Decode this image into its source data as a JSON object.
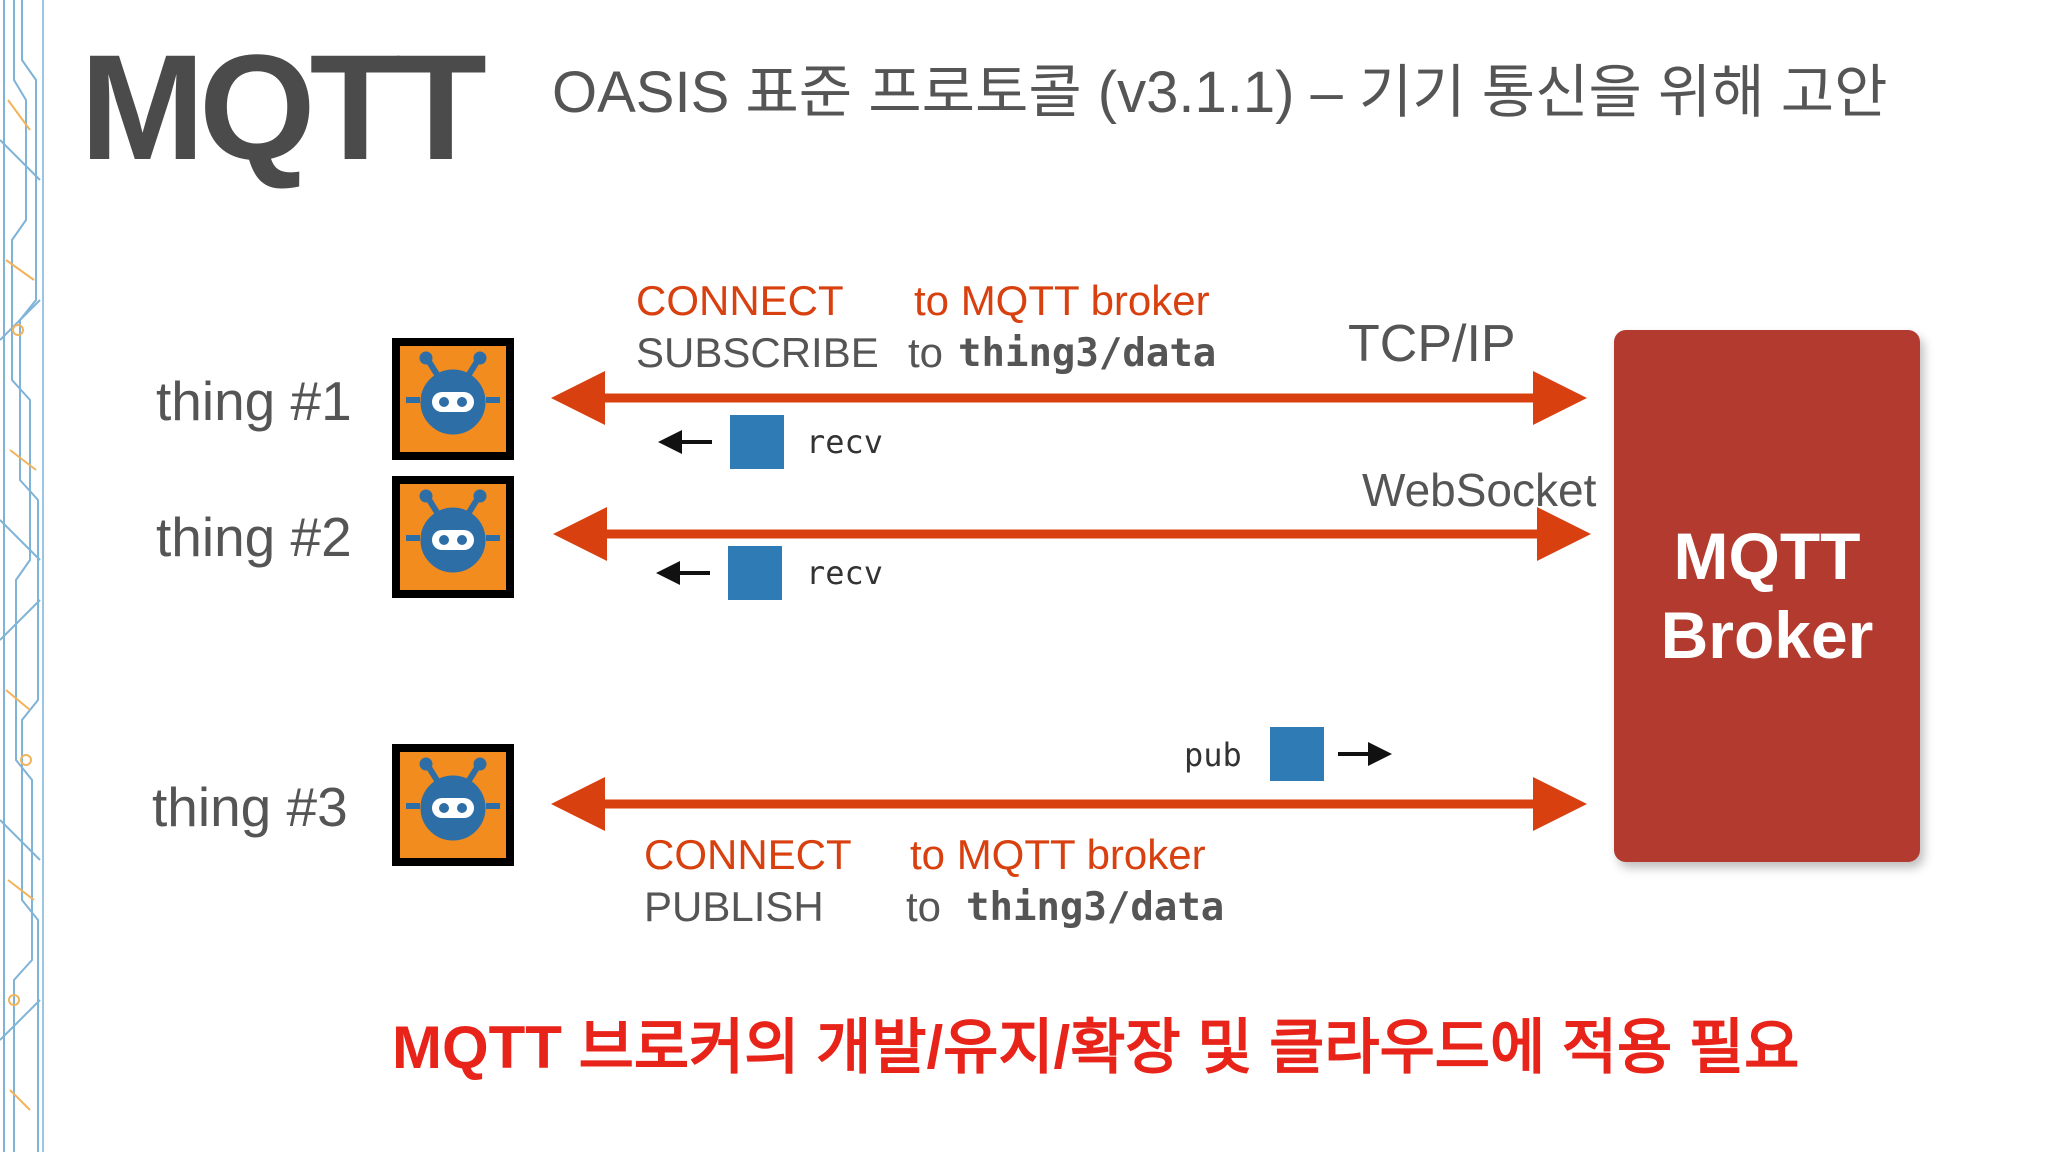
{
  "title": "MQTT",
  "subtitle": "OASIS 표준 프로토콜 (v3.1.1) – 기기 통신을 위해 고안",
  "things": [
    {
      "label": "thing #1"
    },
    {
      "label": "thing #2"
    },
    {
      "label": "thing #3"
    }
  ],
  "thing1_msgs": {
    "connect": "CONNECT",
    "connect_target": "to MQTT broker",
    "subscribe": "SUBSCRIBE",
    "subscribe_to": "to",
    "subscribe_topic": "thing3/data"
  },
  "thing3_msgs": {
    "connect": "CONNECT",
    "connect_target": "to MQTT broker",
    "publish": "PUBLISH",
    "publish_to": "to",
    "publish_topic": "thing3/data"
  },
  "protocols": {
    "tcp": "TCP/IP",
    "websocket": "WebSocket"
  },
  "packets": {
    "recv1": "recv",
    "recv2": "recv",
    "pub": "pub"
  },
  "broker": {
    "line1": "MQTT",
    "line2": "Broker"
  },
  "footer": "MQTT 브로커의 개발/유지/확장 및 클라우드에 적용 필요",
  "colors": {
    "arrow": "#d8410f",
    "broker": "#b23a2f",
    "packet": "#2f7bb5",
    "icon_bg": "#f28c1f",
    "robot": "#2e6ea6",
    "footer": "#e8241a"
  }
}
